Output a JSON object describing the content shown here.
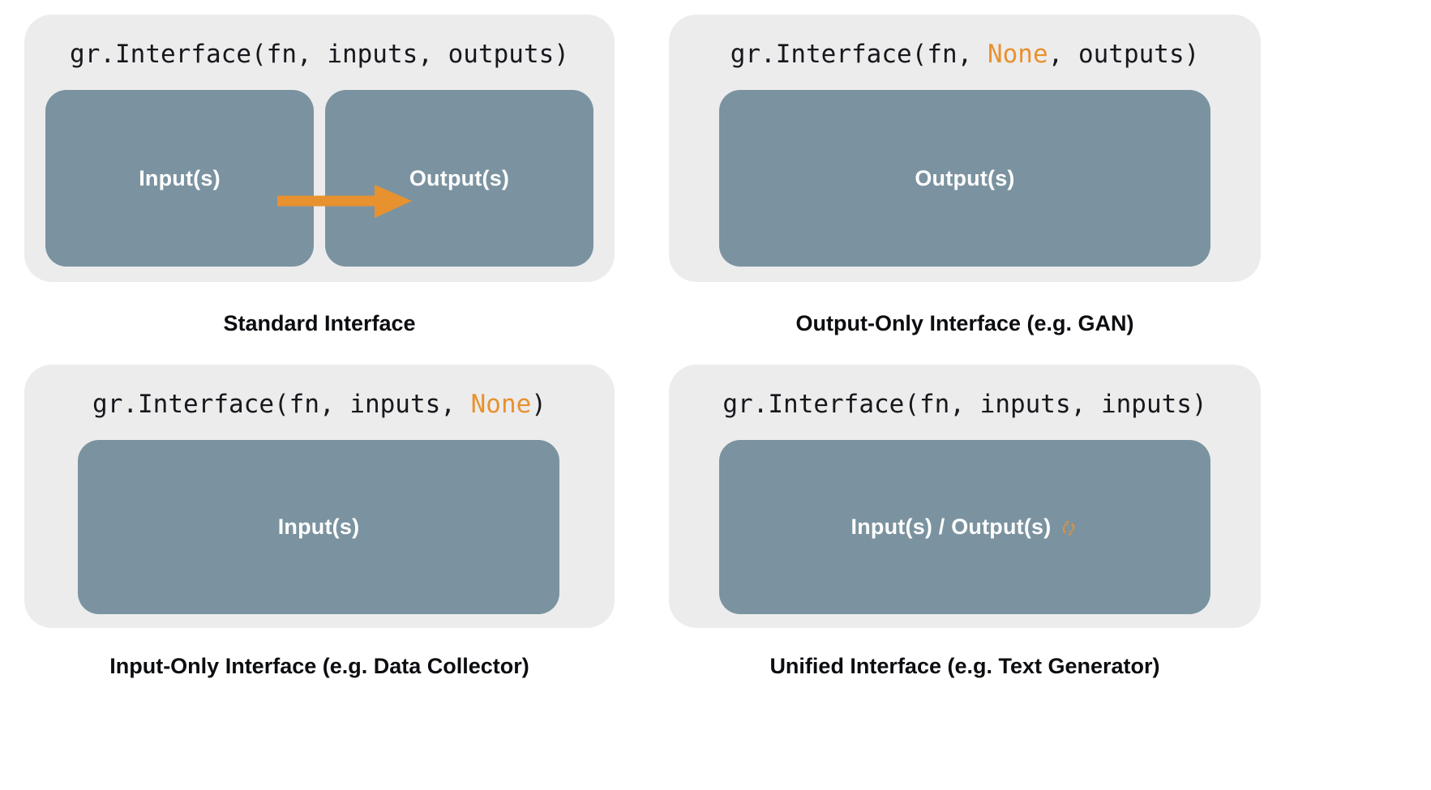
{
  "theme": {
    "page_background": "#ffffff",
    "panel_background": "#ececec",
    "box_fill": "#7b93a0",
    "accent_orange": "#e8912f",
    "code_text": "#16181d",
    "caption_text": "#0b0d10",
    "box_label_text": "#ffffff"
  },
  "diagram": {
    "type": "concept-grid",
    "rows": 2,
    "columns": 2,
    "panels": [
      {
        "id": "standard",
        "code": {
          "prefix": "gr.Interface(fn, ",
          "arg_inputs": "inputs",
          "middle": ", ",
          "arg_outputs": "outputs",
          "suffix": ")",
          "full": "gr.Interface(fn, inputs, outputs)",
          "highlighted_args": []
        },
        "boxes": [
          {
            "label": "Input(s)",
            "icon": ""
          },
          {
            "label": "Output(s)",
            "icon": ""
          }
        ],
        "connector": {
          "type": "arrow",
          "direction": "left-to-right",
          "color": "#e8912f"
        },
        "caption": "Standard Interface"
      },
      {
        "id": "output-only",
        "code": {
          "prefix": "gr.Interface(fn, ",
          "arg_inputs": "None",
          "middle": ", ",
          "arg_outputs": "outputs",
          "suffix": ")",
          "full": "gr.Interface(fn, None, outputs)",
          "highlighted_args": [
            "None"
          ]
        },
        "boxes": [
          {
            "label": "Output(s)",
            "icon": ""
          }
        ],
        "connector": null,
        "caption": "Output-Only Interface (e.g. GAN)"
      },
      {
        "id": "input-only",
        "code": {
          "prefix": "gr.Interface(fn, ",
          "arg_inputs": "inputs",
          "middle": ", ",
          "arg_outputs": "None",
          "suffix": ")",
          "full": "gr.Interface(fn, inputs, None)",
          "highlighted_args": [
            "None"
          ]
        },
        "boxes": [
          {
            "label": "Input(s)",
            "icon": ""
          }
        ],
        "connector": null,
        "caption": "Input-Only Interface (e.g. Data Collector)"
      },
      {
        "id": "unified",
        "code": {
          "prefix": "gr.Interface(fn, ",
          "arg_inputs": "inputs",
          "middle": ", ",
          "arg_outputs": "inputs",
          "suffix": ")",
          "full": "gr.Interface(fn, inputs, inputs)",
          "highlighted_args": []
        },
        "boxes": [
          {
            "label": "Input(s) / Output(s)",
            "icon": "cycle-icon"
          }
        ],
        "connector": null,
        "caption": "Unified Interface (e.g. Text Generator)"
      }
    ]
  }
}
